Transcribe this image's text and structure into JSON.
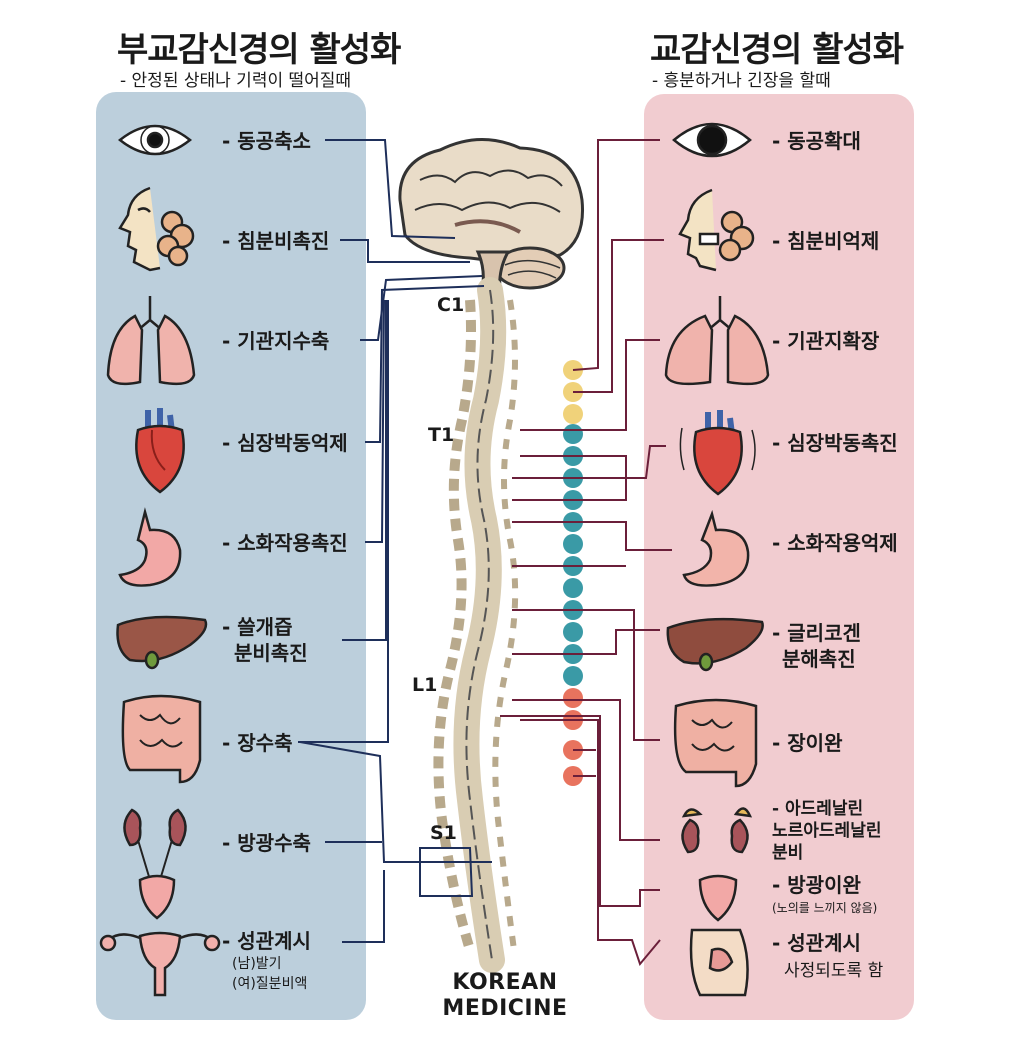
{
  "left": {
    "title": "부교감신경의 활성화",
    "subtitle": "- 안정된 상태나 기력이 떨어질때",
    "items": [
      {
        "label": "- 동공축소",
        "icon": "eye-icon"
      },
      {
        "label": "- 침분비촉진",
        "icon": "salivary-face-icon"
      },
      {
        "label": "- 기관지수축",
        "icon": "lungs-icon"
      },
      {
        "label": "- 심장박동억제",
        "icon": "heart-icon"
      },
      {
        "label": "- 소화작용촉진",
        "icon": "stomach-icon"
      },
      {
        "label": "- 쓸개즙",
        "label2": "분비촉진",
        "icon": "liver-icon"
      },
      {
        "label": "- 장수축",
        "icon": "intestine-icon"
      },
      {
        "label": "- 방광수축",
        "icon": "kidney-icon"
      },
      {
        "label": "- 성관계시",
        "note1": "(남)발기",
        "note2": "(여)질분비액",
        "icon": "uterus-icon"
      }
    ]
  },
  "right": {
    "title": "교감신경의 활성화",
    "subtitle": "- 흥분하거나 긴장을 할때",
    "items": [
      {
        "label": "- 동공확대",
        "icon": "eye-dilated-icon"
      },
      {
        "label": "- 침분비억제",
        "icon": "tense-face-icon"
      },
      {
        "label": "- 기관지확장",
        "icon": "lungs-icon"
      },
      {
        "label": "- 심장박동촉진",
        "icon": "heart-icon"
      },
      {
        "label": "- 소화작용억제",
        "icon": "stomach-icon"
      },
      {
        "label": "- 글리코겐",
        "label2": "분해촉진",
        "icon": "liver-icon"
      },
      {
        "label": "- 장이완",
        "icon": "intestine-icon"
      },
      {
        "label": "- 아드레날린",
        "label2": "노르아드레날린",
        "label3": "분비",
        "icon": "adrenal-kidney-icon"
      },
      {
        "label": "- 방광이완",
        "note1": "(노의를 느끼지 않음)",
        "icon": "bladder-icon"
      },
      {
        "label": "- 성관계시",
        "label2": "사정되도록 함",
        "icon": "pelvis-icon"
      }
    ]
  },
  "spine": {
    "c1": "C1",
    "t1": "T1",
    "l1": "L1",
    "s1": "S1"
  },
  "brand": {
    "line1": "KOREAN",
    "line2": "MEDICINE"
  },
  "colors": {
    "left_panel": "#bccfdc",
    "right_panel": "#f1ccd0",
    "parasympathetic_line": "#1e2f5a",
    "sympathetic_line": "#6b1f3a",
    "cervical_ganglia": "#f0d27a",
    "thoracic_ganglia": "#3a9aa6",
    "lumbar_ganglia": "#e8735e"
  }
}
